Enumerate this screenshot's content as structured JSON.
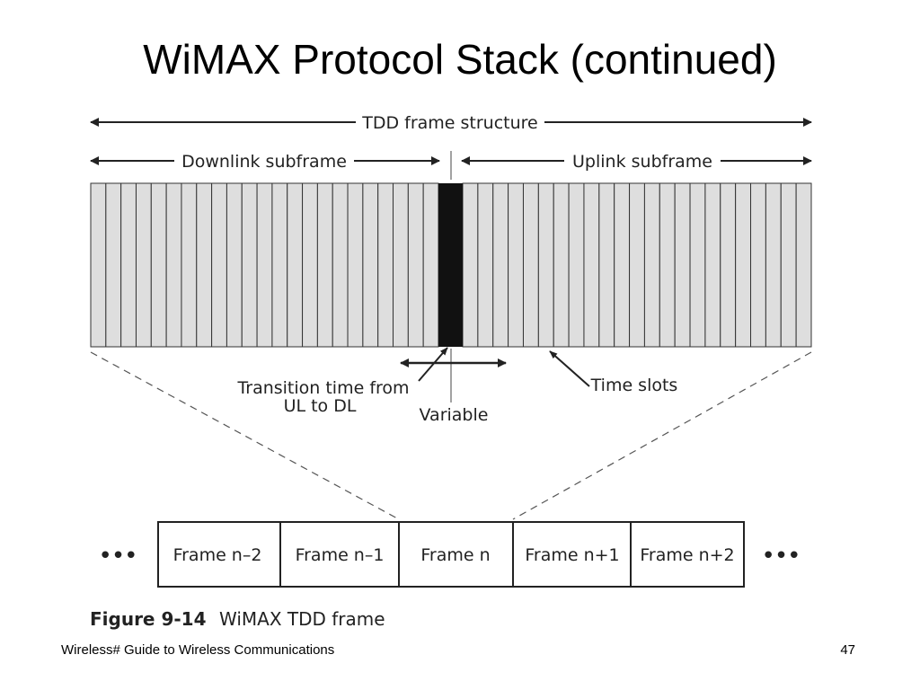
{
  "slide": {
    "title": "WiMAX Protocol Stack (continued)",
    "footer_left": "Wireless# Guide to Wireless Communications",
    "page_number": "47"
  },
  "diagram": {
    "tdd_label": "TDD frame structure",
    "downlink_label": "Downlink subframe",
    "uplink_label": "Uplink subframe",
    "transition_label_line1": "Transition time from",
    "transition_label_line2": "UL to DL",
    "variable_label": "Variable",
    "time_slots_label": "Time slots",
    "downlink_slot_count": 23,
    "uplink_slot_count": 23,
    "frames": [
      "Frame n–2",
      "Frame n–1",
      "Frame n",
      "Frame n+1",
      "Frame n+2"
    ],
    "ellipsis_left": "•••",
    "ellipsis_right": "•••",
    "figure_number": "Figure 9-14",
    "figure_caption": "WiMAX TDD frame",
    "colors": {
      "slot_fill": "#dedede",
      "gap_fill": "#111111",
      "line": "#222222"
    }
  }
}
